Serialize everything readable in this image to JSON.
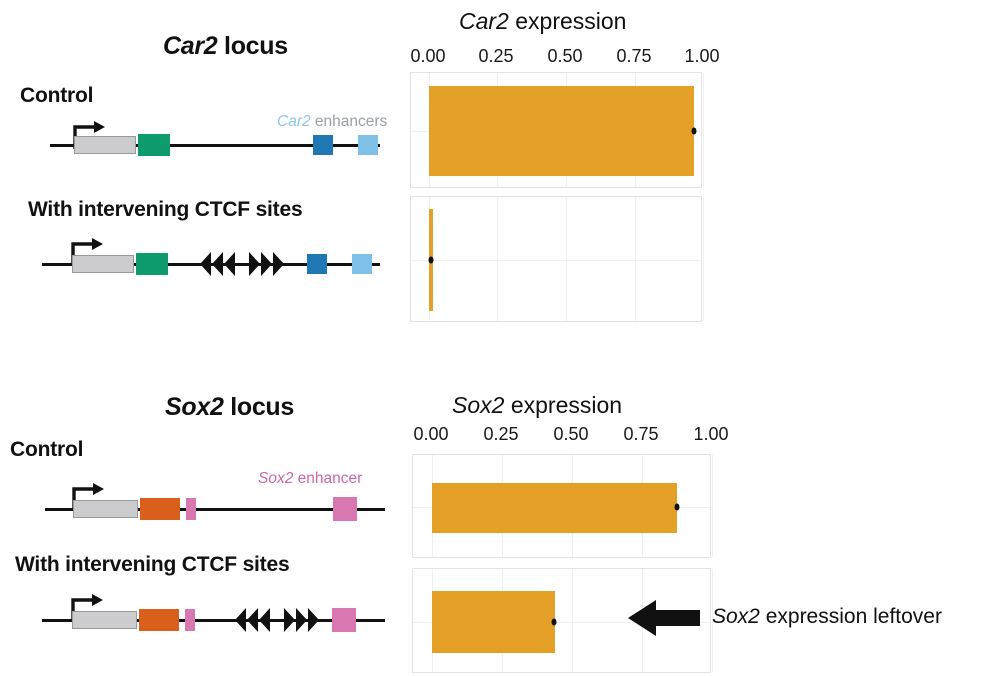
{
  "figure": {
    "background": "#ffffff",
    "bar_color": "#e5a127",
    "point_color": "#111111"
  },
  "panels": [
    {
      "id": "car2",
      "locus_title_gene": "Car2",
      "locus_title_rest": " locus",
      "chart_title_gene": "Car2",
      "chart_title_rest": " expression",
      "enhancer_label_gene": "Car2",
      "enhancer_label_rest": " enhancers",
      "enhancer_label_color": "#8ec4e8",
      "conditions": [
        {
          "label": "Control"
        },
        {
          "label": "With intervening CTCF sites"
        }
      ],
      "elements": {
        "gene_body_color": "#ccccce",
        "exon_color": "#0e9b6e",
        "enhancer_colors": [
          "#1f77b4",
          "#7fc0e8"
        ]
      }
    },
    {
      "id": "sox2",
      "locus_title_gene": "Sox2",
      "locus_title_rest": " locus",
      "chart_title_gene": "Sox2",
      "chart_title_rest": " expression",
      "enhancer_label_gene": "Sox2",
      "enhancer_label_rest": " enhancer",
      "enhancer_label_color": "#cc66aa",
      "conditions": [
        {
          "label": "Control"
        },
        {
          "label": "With intervening CTCF sites"
        }
      ],
      "elements": {
        "gene_body_color": "#ccccce",
        "exon_color": "#d9601a",
        "enhancer_colors": [
          "#d977b0",
          "#d977b0"
        ]
      }
    }
  ],
  "annotation": {
    "text": "Sox2 expression leftover",
    "arrow_direction": "left"
  },
  "chart_data": [
    {
      "type": "bar",
      "orientation": "horizontal",
      "title": "Car2 expression",
      "xlabel": "",
      "ylabel": "",
      "categories": [
        "Control",
        "With intervening CTCF sites"
      ],
      "values": [
        0.97,
        0.012
      ],
      "points": [
        0.97,
        0.012
      ],
      "xlim": [
        0.0,
        1.06
      ],
      "ticks": [
        0.0,
        0.25,
        0.5,
        0.75,
        1.0
      ],
      "tick_labels": [
        "0.00",
        "0.25",
        "0.50",
        "0.75",
        "1.00"
      ],
      "grid": true,
      "legend": "none",
      "facets": [
        "Control",
        "With intervening CTCF sites"
      ]
    },
    {
      "type": "bar",
      "orientation": "horizontal",
      "title": "Sox2 expression",
      "xlabel": "",
      "ylabel": "",
      "categories": [
        "Control",
        "With intervening CTCF sites"
      ],
      "values": [
        0.875,
        0.44
      ],
      "points": [
        0.875,
        0.44
      ],
      "xlim": [
        0.0,
        1.06
      ],
      "ticks": [
        0.0,
        0.25,
        0.5,
        0.75,
        1.0
      ],
      "tick_labels": [
        "0.00",
        "0.25",
        "0.50",
        "0.75",
        "1.00"
      ],
      "grid": true,
      "legend": "none",
      "facets": [
        "Control",
        "With intervening CTCF sites"
      ]
    }
  ]
}
